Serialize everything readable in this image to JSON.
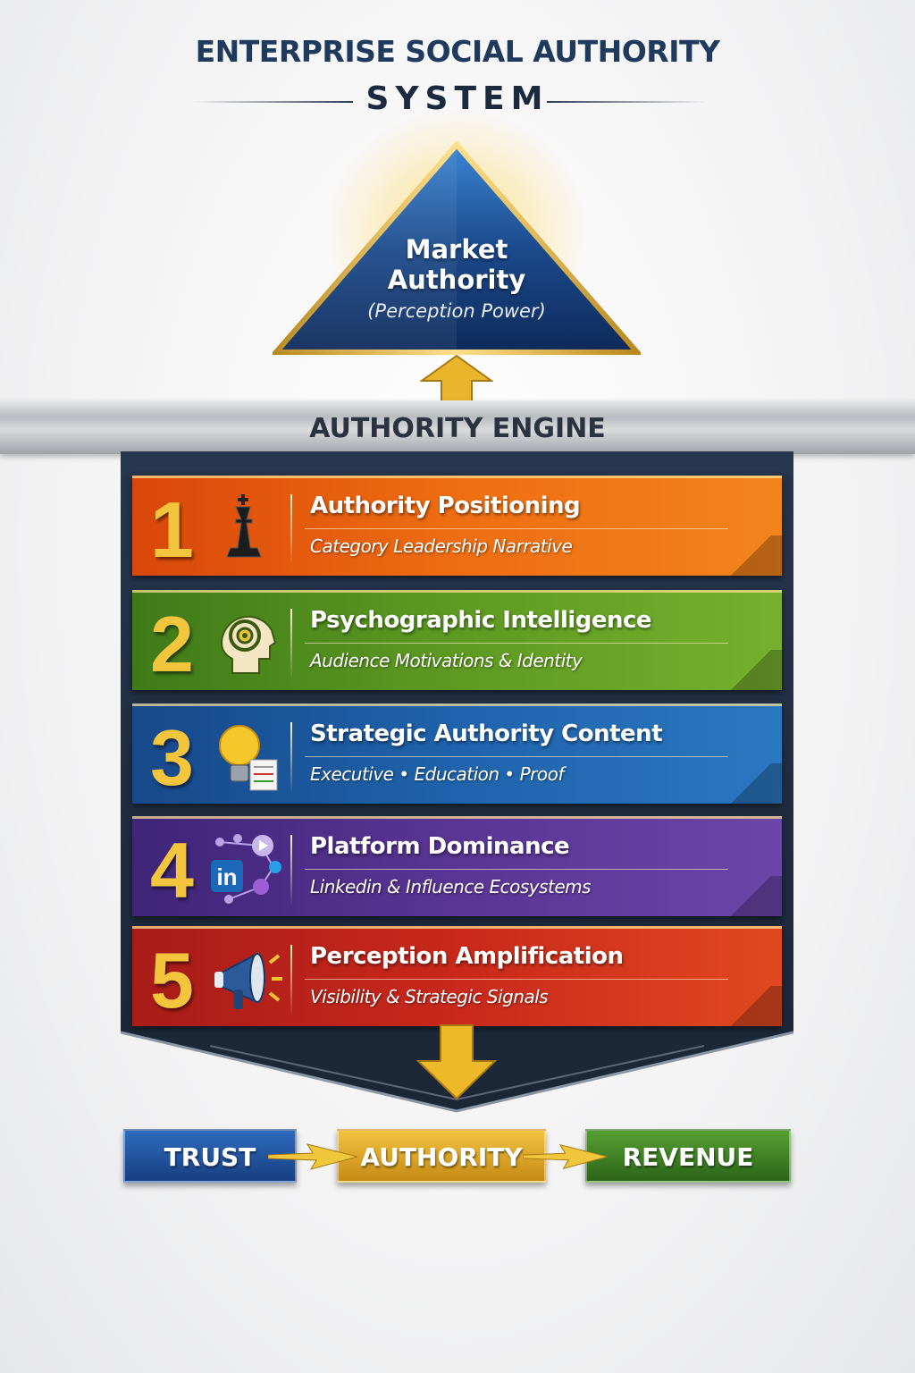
{
  "header": {
    "title_line1": "ENTERPRISE SOCIAL AUTHORITY",
    "title_line2": "SYSTEM"
  },
  "pyramid": {
    "title_line1": "Market",
    "title_line2": "Authority",
    "subtitle": "(Perception Power)"
  },
  "engine": {
    "label": "AUTHORITY ENGINE"
  },
  "steps": [
    {
      "number": "1",
      "title": "Authority Positioning",
      "subtitle": "Category Leadership Narrative",
      "icon": "chess-king-icon",
      "color": "#e8600f"
    },
    {
      "number": "2",
      "title": "Psychographic Intelligence",
      "subtitle": "Audience Motivations & Identity",
      "icon": "head-target-icon",
      "color": "#5d9420"
    },
    {
      "number": "3",
      "title": "Strategic Authority Content",
      "subtitle": "Executive • Education • Proof",
      "icon": "lightbulb-document-icon",
      "color": "#1f65ad"
    },
    {
      "number": "4",
      "title": "Platform Dominance",
      "subtitle": "Linkedin & Influence Ecosystems",
      "icon": "linkedin-network-icon",
      "color": "#5a3595"
    },
    {
      "number": "5",
      "title": "Perception Amplification",
      "subtitle": "Visibility & Strategic Signals",
      "icon": "megaphone-icon",
      "color": "#c4261a"
    }
  ],
  "outcomes": [
    {
      "label": "TRUST",
      "color": "#1d4f98"
    },
    {
      "label": "AUTHORITY",
      "color": "#d9a11f"
    },
    {
      "label": "REVENUE",
      "color": "#3c7d24"
    }
  ]
}
